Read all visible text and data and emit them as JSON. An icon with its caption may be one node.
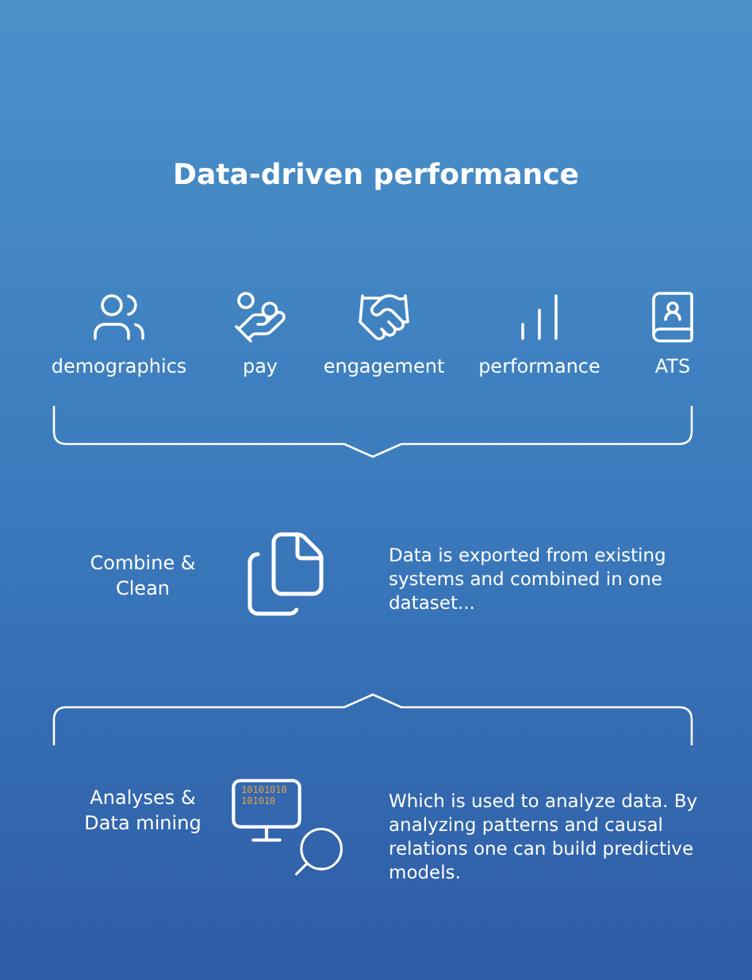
{
  "diagram": {
    "title": "Data-driven performance",
    "labels": [
      "demographics",
      "pay",
      "engagement",
      "performance",
      "ATS",
      "Combine & Clean",
      "Data is exported from existing systems and combined in one dataset...",
      "Analyses & Data mining",
      "10101010",
      "101010",
      "Which is used to analyze data. By analyzing patterns and causal relations one can build predictive models."
    ]
  }
}
